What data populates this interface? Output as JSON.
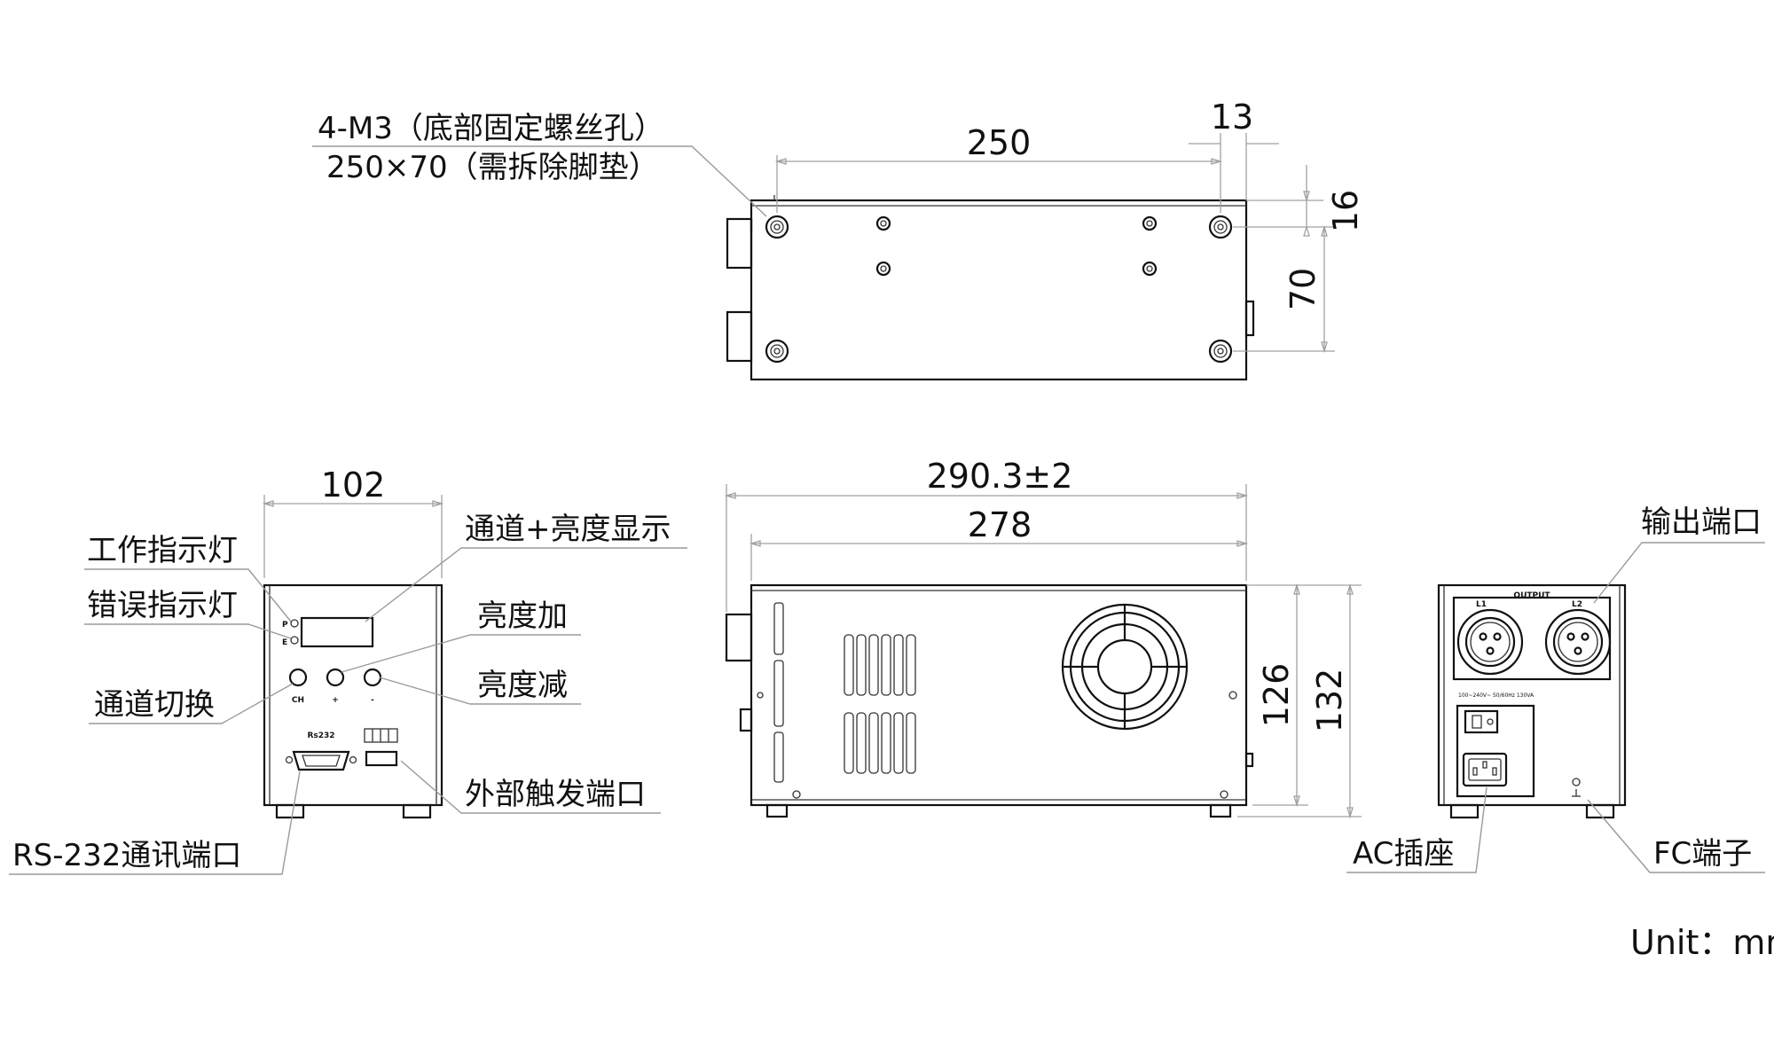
{
  "dimensions": {
    "top_length": "250",
    "top_edge": "13",
    "top_hole_offset": "16",
    "top_hole_span": "70",
    "front_width": "102",
    "side_overall_length": "290.3±2",
    "side_body_length": "278",
    "side_body_height": "126",
    "side_overall_height": "132"
  },
  "callouts": {
    "mount_holes_line1": "4-M3（底部固定螺丝孔）",
    "mount_holes_line2": "250×70（需拆除脚垫）",
    "work_indicator": "工作指示灯",
    "error_indicator": "错误指示灯",
    "channel_switch": "通道切换",
    "display": "通道+亮度显示",
    "brightness_up": "亮度加",
    "brightness_down": "亮度减",
    "rs232_port": "RS-232通讯端口",
    "trigger_port": "外部触发端口",
    "output_port": "输出端口",
    "ac_socket": "AC插座",
    "fc_terminal": "FC端子"
  },
  "panel_text": {
    "led_p": "P",
    "led_e": "E",
    "btn_ch": "CH",
    "btn_plus": "+",
    "btn_minus": "-",
    "rs232": "Rs232",
    "output": "OUTPUT",
    "l1": "L1",
    "l2": "L2",
    "rating": "100~240V~ 50/60Hz 130VA"
  },
  "unit": "Unit：mm"
}
